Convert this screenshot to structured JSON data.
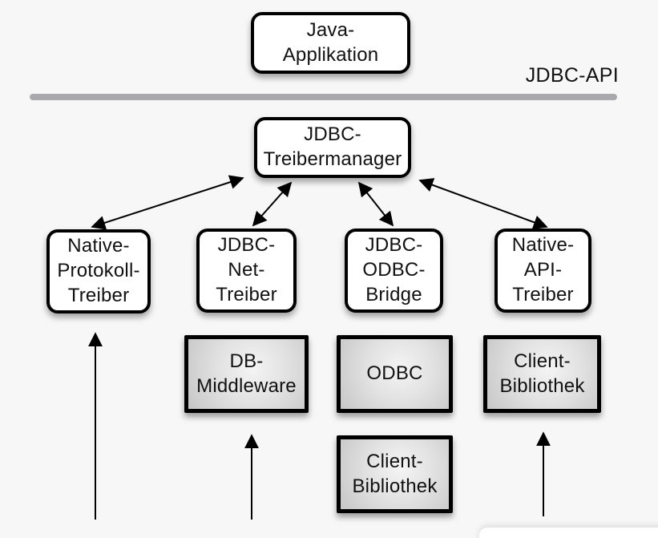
{
  "diagram": {
    "api_label": "JDBC-API",
    "nodes": {
      "java_app": {
        "label": "Java-\nApplikation"
      },
      "treibermanager": {
        "label": "JDBC-\nTreibermanager"
      },
      "native_protokoll": {
        "label": "Native-\nProtokoll-\nTreiber"
      },
      "jdbc_net": {
        "label": "JDBC-\nNet-\nTreiber"
      },
      "jdbc_odbc": {
        "label": "JDBC-\nODBC-\nBridge"
      },
      "native_api": {
        "label": "Native-\nAPI-\nTreiber"
      },
      "db_middleware": {
        "label": "DB-\nMiddleware"
      },
      "odbc": {
        "label": "ODBC"
      },
      "client_bibliothek_middle": {
        "label": "Client-\nBibliothek"
      },
      "client_bibliothek_right": {
        "label": "Client-\nBibliothek"
      }
    },
    "colors": {
      "background": "#f7f7f7",
      "box_fill": "#ffffff",
      "box_border": "#000000",
      "gray_box_light": "#f4f4f4",
      "gray_box_dark": "#c6c6c6",
      "divider": "#a9a9ad",
      "arrow": "#000000",
      "text": "#111111"
    }
  }
}
